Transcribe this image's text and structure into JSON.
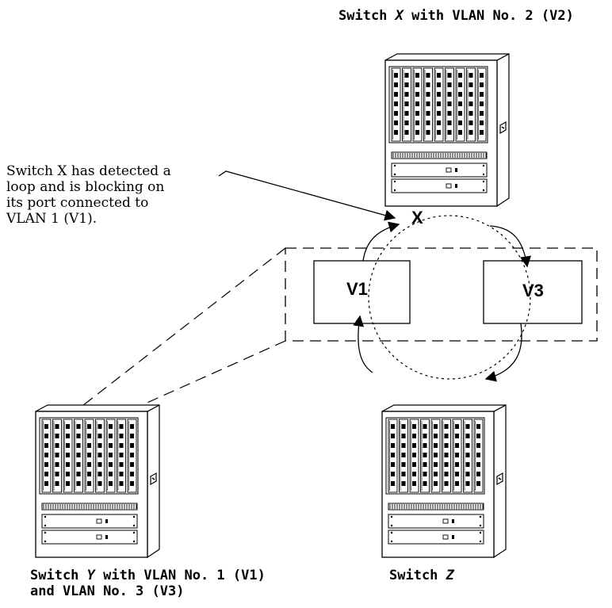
{
  "labels": {
    "switch_x": {
      "prefix": "Switch ",
      "letter": "X",
      "suffix": " with VLAN No. 2 (V2)"
    },
    "switch_y": {
      "prefix": "Switch ",
      "letter": "Y",
      "suffix": " with VLAN No. 1 (V1)",
      "line2": "and VLAN No. 3 (V3)"
    },
    "switch_z": {
      "prefix": "Switch ",
      "letter": "Z"
    },
    "note_lines": [
      "Switch X has detected a",
      "loop and is blocking on",
      "its port connected to",
      "VLAN 1 (V1)."
    ],
    "x_marker": "X",
    "v1": "V1",
    "v3": "V3"
  }
}
